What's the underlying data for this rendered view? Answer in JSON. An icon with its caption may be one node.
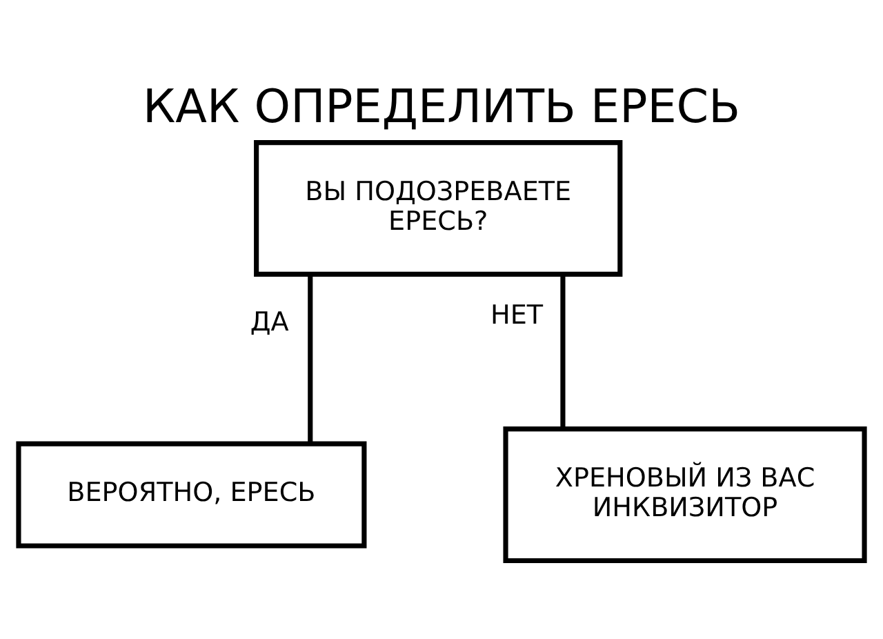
{
  "diagram": {
    "title": "КАК ОПРЕДЕЛИТЬ ЕРЕСЬ",
    "nodes": [
      {
        "text": [
          "ВЫ ПОДОЗРЕВАЕТЕ ЕРЕСЬ?"
        ]
      },
      {
        "text": [
          "ВЕРОЯТНО, ЕРЕСЬ"
        ]
      },
      {
        "text": [
          "ХРЕНОВЫЙ ИЗ ВАС ИНКВИЗИТОР"
        ]
      }
    ],
    "edges": [
      {
        "from": 0,
        "to": 1,
        "arrow": "none",
        "label": "ДА"
      },
      {
        "from": 0,
        "to": 2,
        "arrow": "none",
        "label": "НЕТ"
      }
    ]
  }
}
